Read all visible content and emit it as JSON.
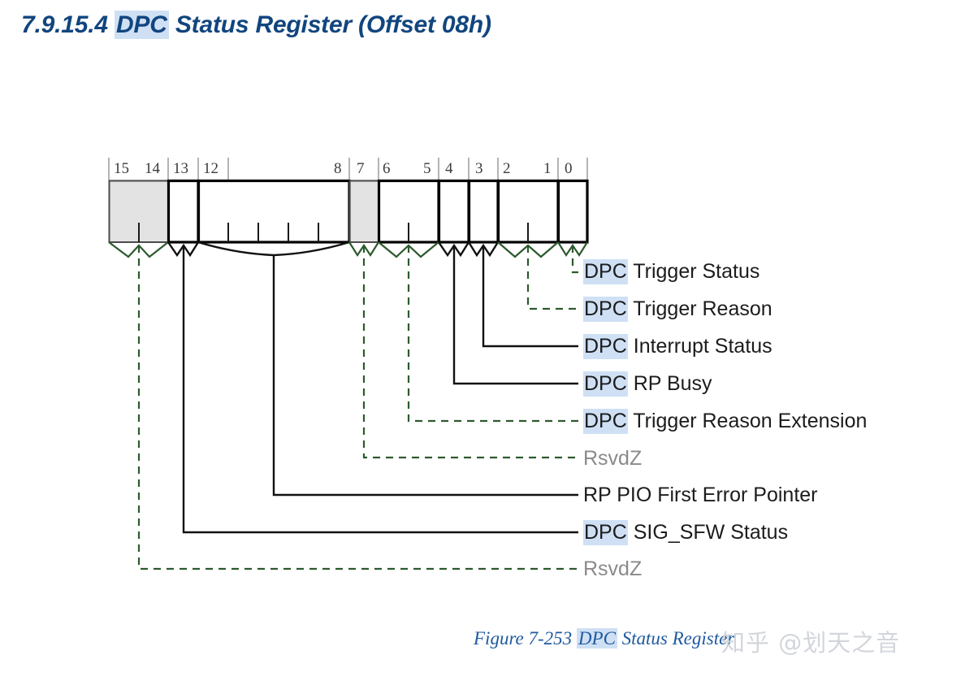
{
  "title": {
    "number": "7.9.15.4",
    "highlight": "DPC",
    "rest": "Status Register (Offset 08h)"
  },
  "caption": {
    "prefix": "Figure  7-253",
    "highlight": "DPC",
    "rest": "Status Register"
  },
  "watermark": {
    "text": "知乎 @划天之音"
  },
  "colors": {
    "title_blue": "#11457e",
    "highlight_blue": "#cfe0f5",
    "caption_blue": "#1f5a9e",
    "reserved_gray_fill": "#e3e3e3",
    "brace_green": "#2d5a2d",
    "leader_black": "#000000",
    "rsvd_text_gray": "#8a8a8a"
  },
  "register": {
    "width_bits": 16,
    "bit_numbers": [
      "15",
      "14",
      "13",
      "12",
      "8",
      "7",
      "6",
      "5",
      "4",
      "3",
      "2",
      "1",
      "0"
    ],
    "fields": [
      {
        "name": "rsvdz-high",
        "bits": "15:14",
        "label": "RsvdZ",
        "reserved": true,
        "highlight": ""
      },
      {
        "name": "dpc-sig-sfw-status",
        "bits": "13",
        "label": "SIG_SFW Status",
        "reserved": false,
        "highlight": "DPC"
      },
      {
        "name": "rp-pio-first-error-ptr",
        "bits": "12:8",
        "label": "RP PIO First Error Pointer",
        "reserved": false,
        "highlight": ""
      },
      {
        "name": "rsvdz-bit7",
        "bits": "7",
        "label": "RsvdZ",
        "reserved": true,
        "highlight": ""
      },
      {
        "name": "dpc-trigger-reason-ext",
        "bits": "6:5",
        "label": "Trigger Reason Extension",
        "reserved": false,
        "highlight": "DPC"
      },
      {
        "name": "dpc-rp-busy",
        "bits": "4",
        "label": "RP Busy",
        "reserved": false,
        "highlight": "DPC"
      },
      {
        "name": "dpc-interrupt-status",
        "bits": "3",
        "label": "Interrupt Status",
        "reserved": false,
        "highlight": "DPC"
      },
      {
        "name": "dpc-trigger-reason",
        "bits": "2:1",
        "label": "Trigger Reason",
        "reserved": false,
        "highlight": "DPC"
      },
      {
        "name": "dpc-trigger-status",
        "bits": "0",
        "label": "Trigger Status",
        "reserved": false,
        "highlight": "DPC"
      }
    ],
    "callout_order": [
      "DPC Trigger Status",
      "DPC Trigger Reason",
      "DPC Interrupt Status",
      "DPC RP Busy",
      "DPC Trigger Reason Extension",
      "RsvdZ",
      "RP PIO First Error Pointer",
      "DPC SIG_SFW Status",
      "RsvdZ"
    ]
  },
  "callouts": [
    {
      "name": "dpc-trigger-status",
      "highlight": "DPC",
      "text": "Trigger Status",
      "reserved": false
    },
    {
      "name": "dpc-trigger-reason",
      "highlight": "DPC",
      "text": "Trigger Reason",
      "reserved": false
    },
    {
      "name": "dpc-interrupt-status",
      "highlight": "DPC",
      "text": "Interrupt Status",
      "reserved": false
    },
    {
      "name": "dpc-rp-busy",
      "highlight": "DPC",
      "text": "RP Busy",
      "reserved": false
    },
    {
      "name": "dpc-trigger-reason-extension",
      "highlight": "DPC",
      "text": "Trigger Reason Extension",
      "reserved": false
    },
    {
      "name": "rsvdz-bit7",
      "highlight": "",
      "text": "RsvdZ",
      "reserved": true
    },
    {
      "name": "rp-pio-first-error-pointer",
      "highlight": "",
      "text": "RP PIO First Error Pointer",
      "reserved": false
    },
    {
      "name": "dpc-sig-sfw-status",
      "highlight": "DPC",
      "text": "SIG_SFW Status",
      "reserved": false
    },
    {
      "name": "rsvdz-high",
      "highlight": "",
      "text": "RsvdZ",
      "reserved": true
    }
  ]
}
